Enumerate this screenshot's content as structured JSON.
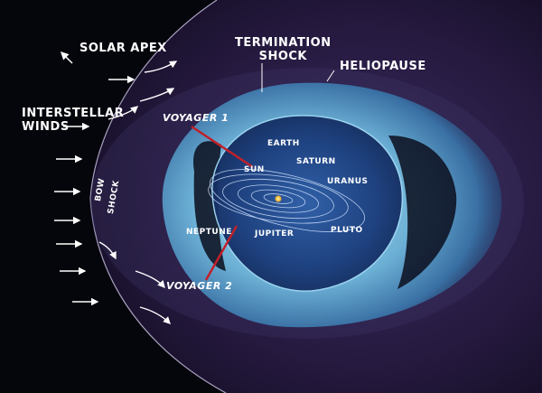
{
  "labels": {
    "solar_apex": "SOLAR APEX",
    "termination_shock": "TERMINATION\nSHOCK",
    "heliopause": "HELIOPAUSE",
    "interstellar_winds": "INTERSTELLAR\nWINDS",
    "voyager_1": "VOYAGER 1",
    "voyager_2": "VOYAGER 2",
    "bow_shock_line1": "BOW",
    "bow_shock_line2": "SHOCK",
    "earth": "EARTH",
    "sun": "SUN",
    "saturn": "SATURN",
    "uranus": "URANUS",
    "neptune": "NEPTUNE",
    "jupiter": "JUPITER",
    "pluto": "PLUTO"
  },
  "colors": {
    "space_background": "#05060c",
    "interstellar_medium": "#2a1e45",
    "heliosheath_glow": "#7ec9e8",
    "heliosphere_core": "#1c3d7a",
    "voyager_trajectory": "#c0202a",
    "label_text": "#ffffff"
  }
}
